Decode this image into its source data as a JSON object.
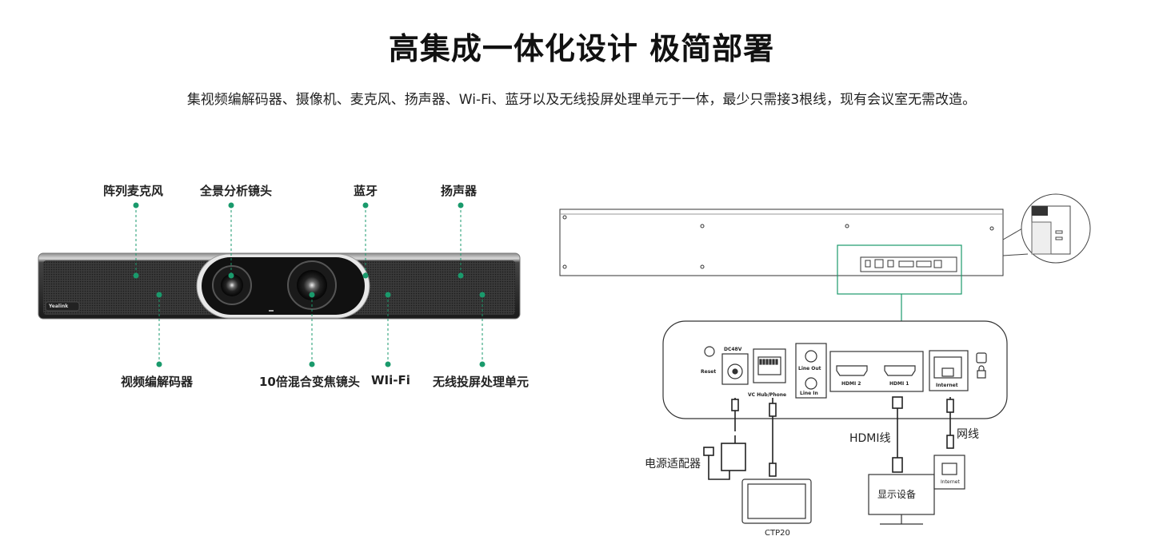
{
  "header": {
    "title": "高集成一体化设计 极简部署",
    "subtitle": "集视频编解码器、摄像机、麦克风、扬声器、Wi-Fi、蓝牙以及无线投屏处理单元于一体，最少只需接3根线，现有会议室无需改造。"
  },
  "device_front": {
    "brand": "Yealink",
    "top_labels": [
      "阵列麦克风",
      "全景分析镜头",
      "蓝牙",
      "扬声器"
    ],
    "bottom_labels": [
      "视频编解码器",
      "10倍混合变焦镜头",
      "WIi-Fi",
      "无线投屏处理单元"
    ]
  },
  "rear_panel": {
    "ports": {
      "reset": "Reset",
      "dc": "DC48V",
      "vc_hub": "VC Hub/Phone",
      "line_out": "Line Out",
      "line_in": "Line In",
      "hdmi2": "HDMI 2",
      "hdmi1": "HDMI 1",
      "internet": "Internet"
    }
  },
  "connections": {
    "power_adapter": "电源适配器",
    "hdmi_cable": "HDMI线",
    "network_cable": "网线",
    "display_device": "显示设备",
    "touch_panel": "CTP20",
    "wall_jack": "Internet"
  },
  "colors": {
    "accent": "#1a9a6c",
    "line": "#222222"
  }
}
